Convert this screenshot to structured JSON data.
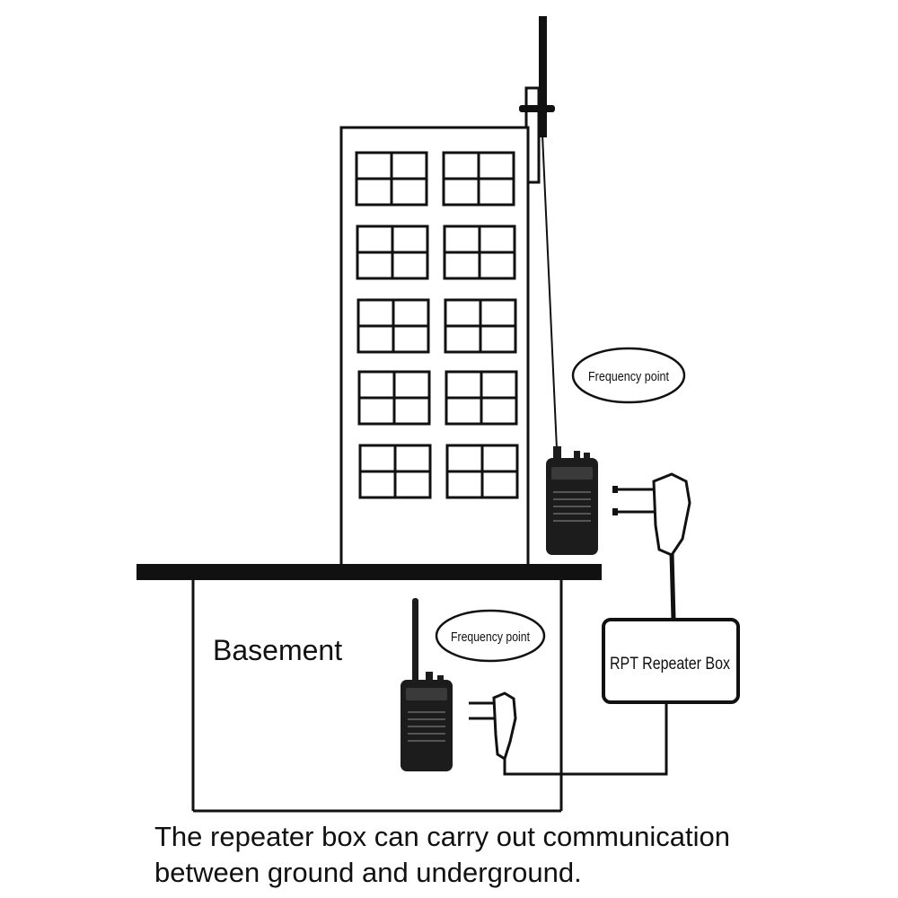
{
  "diagram": {
    "labels": {
      "frequency_point_top": "Frequency point",
      "frequency_point_bottom": "Frequency point",
      "basement": "Basement",
      "repeater_box": "RPT Repeater Box"
    },
    "caption": {
      "line1": "The repeater box can carry out communication",
      "line2": "between ground and underground."
    },
    "icons": [
      "building",
      "antenna",
      "walkie-talkie",
      "two-pin-plug",
      "repeater-box",
      "cable"
    ],
    "colors": {
      "line": "#000000",
      "radio_body": "#1c1c1c",
      "background": "#ffffff"
    }
  }
}
